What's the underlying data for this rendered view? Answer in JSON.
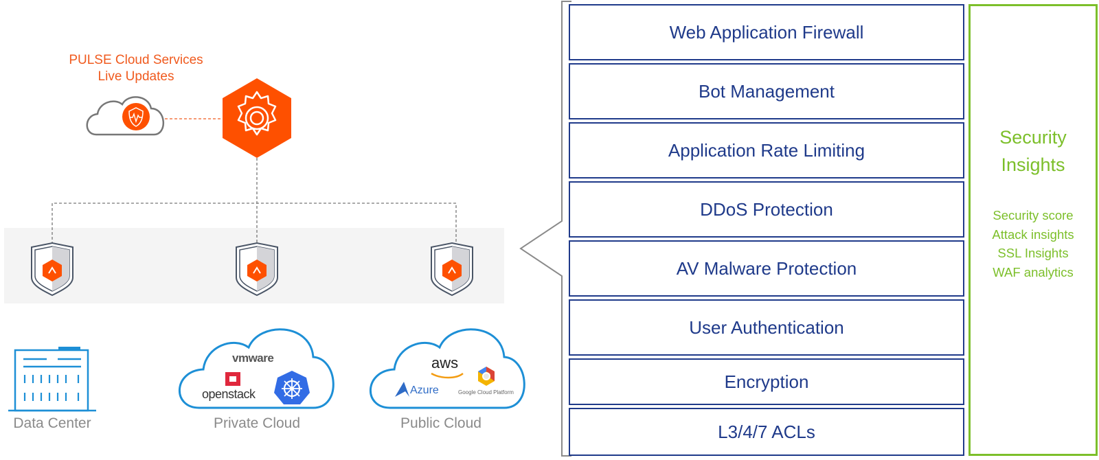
{
  "pulse": {
    "title_line1": "PULSE Cloud Services",
    "title_line2": "Live Updates"
  },
  "locations": [
    {
      "label": "Data Center"
    },
    {
      "label": "Private Cloud",
      "logos": [
        "vmware",
        "openstack",
        "kubernetes"
      ]
    },
    {
      "label": "Public Cloud",
      "logos": [
        "aws",
        "Azure",
        "Google Cloud Platform"
      ]
    }
  ],
  "logos": {
    "vmware": "vmware",
    "openstack": "openstack",
    "aws": "aws",
    "azure": "Azure",
    "gcp": "Google Cloud Platform"
  },
  "layers": [
    {
      "label": "Web Application Firewall"
    },
    {
      "label": "Bot Management"
    },
    {
      "label": "Application Rate Limiting"
    },
    {
      "label": "DDoS Protection"
    },
    {
      "label": "AV Malware Protection"
    },
    {
      "label": "User Authentication"
    },
    {
      "label": "Encryption"
    },
    {
      "label": "L3/4/7 ACLs"
    }
  ],
  "insights": {
    "title_line1": "Security",
    "title_line2": "Insights",
    "items": [
      "Security score",
      "Attack insights",
      "SSL Insights",
      "WAF analytics"
    ]
  },
  "colors": {
    "orange": "#fe5000",
    "navy": "#1f3a8a",
    "green": "#7cbf2a",
    "blue": "#1d8fd6"
  }
}
